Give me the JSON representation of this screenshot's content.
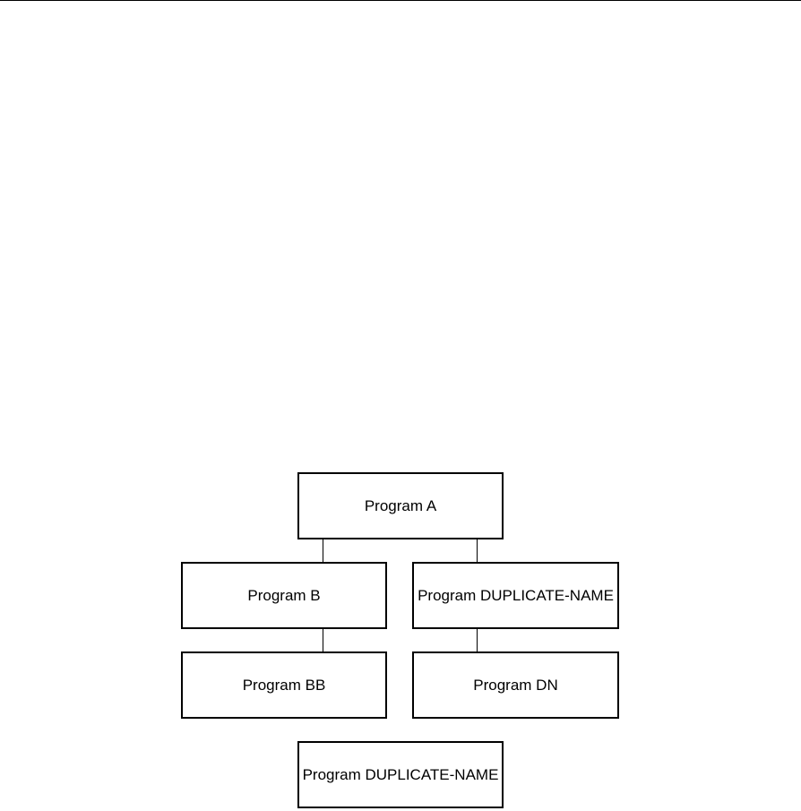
{
  "diagram": {
    "nodes": {
      "program_a": {
        "label": "Program A"
      },
      "program_b": {
        "label": "Program B"
      },
      "program_duplicate_name": {
        "label": "Program DUPLICATE-NAME"
      },
      "program_bb": {
        "label": "Program BB"
      },
      "program_dn": {
        "label": "Program DN"
      },
      "program_duplicate_name_separate": {
        "label": "Program DUPLICATE-NAME"
      }
    },
    "edges": [
      {
        "from": "program_a",
        "to": "program_b"
      },
      {
        "from": "program_a",
        "to": "program_duplicate_name"
      },
      {
        "from": "program_b",
        "to": "program_bb"
      },
      {
        "from": "program_duplicate_name",
        "to": "program_dn"
      }
    ]
  }
}
